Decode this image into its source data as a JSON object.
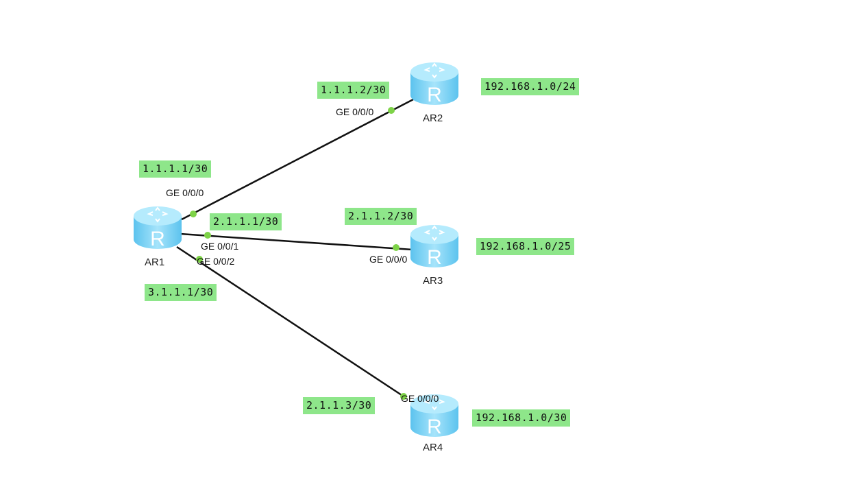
{
  "routers": [
    {
      "name": "AR1",
      "lan": "",
      "icon": "router-icon"
    },
    {
      "name": "AR2",
      "lan": "192.168.1.0/24",
      "icon": "router-icon"
    },
    {
      "name": "AR3",
      "lan": "192.168.1.0/25",
      "icon": "router-icon"
    },
    {
      "name": "AR4",
      "lan": "192.168.1.0/30",
      "icon": "router-icon"
    }
  ],
  "links": [
    {
      "a": "AR1",
      "a_port": "GE 0/0/0",
      "a_ip": "1.1.1.1/30",
      "b": "AR2",
      "b_port": "GE 0/0/0",
      "b_ip": "1.1.1.2/30"
    },
    {
      "a": "AR1",
      "a_port": "GE 0/0/1",
      "a_ip": "2.1.1.1/30",
      "b": "AR3",
      "b_port": "GE 0/0/0",
      "b_ip": "2.1.1.2/30"
    },
    {
      "a": "AR1",
      "a_port": "GE 0/0/2",
      "a_ip": "3.1.1.1/30",
      "b": "AR4",
      "b_port": "GE 0/0/0",
      "b_ip": "2.1.1.3/30"
    }
  ],
  "colors": {
    "label_bg": "#8ee68a",
    "port_dot": "#7ed348",
    "router": "#7fd3f5"
  }
}
